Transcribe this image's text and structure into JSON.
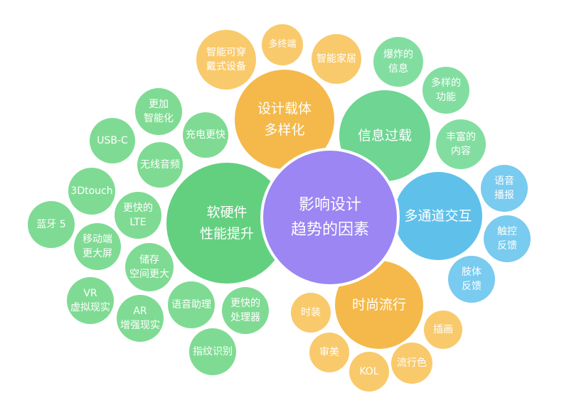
{
  "colors": {
    "center": "#9b86f3",
    "green_hub": "#63d07f",
    "green_leaf": "#7fdb93",
    "orange_hub": "#f4b94a",
    "orange_leaf": "#f9ca6b",
    "blue_hub": "#5fc0ea",
    "blue_leaf": "#79cbef",
    "mint_hub": "#6ed592",
    "mint_leaf": "#82dea0"
  },
  "center": {
    "label": "影响设计\n趋势的因素"
  },
  "hubs": {
    "carrier": {
      "label": "设计载体\n多样化"
    },
    "info": {
      "label": "信息过载"
    },
    "hardware": {
      "label": "软硬件\n性能提升"
    },
    "multichannel": {
      "label": "多通道交互"
    },
    "fashion": {
      "label": "时尚流行"
    }
  },
  "leaves": {
    "wearable": "智能可穿\n戴式设备",
    "multi_terminal": "多终端",
    "smart_home": "智能家居",
    "explosive_info": "爆炸的\n信息",
    "diverse_features": "多样的\n功能",
    "rich_content": "丰富的\n内容",
    "voice_broadcast": "语音\n播报",
    "touch_feedback": "触控\n反馈",
    "body_feedback": "肢体\n反馈",
    "illustration": "插画",
    "popular_color": "流行色",
    "kol": "KOL",
    "aesthetics": "审美",
    "fashion_wear": "时装",
    "smarter": "更加\n智能化",
    "fast_charge": "充电更快",
    "usbc": "USB-C",
    "wireless_audio": "无线音频",
    "touch_3d": "3Dtouch",
    "faster_lte": "更快的\nLTE",
    "bluetooth5": "蓝牙 5",
    "bigger_screen": "移动端\n更大屏",
    "bigger_storage": "储存\n空间更大",
    "vr": "VR\n虚拟现实",
    "ar": "AR\n增强现实",
    "voice_assistant": "语音助理",
    "faster_processor": "更快的\n处理器",
    "fingerprint": "指纹识别"
  }
}
